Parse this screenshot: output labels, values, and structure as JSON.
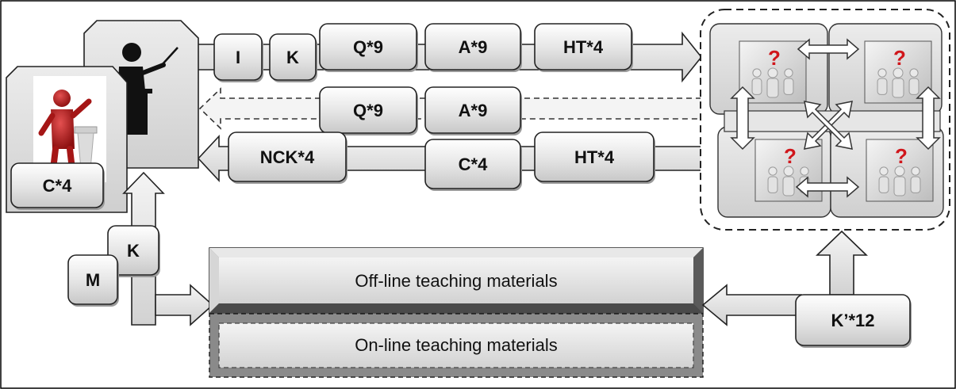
{
  "flow_top": {
    "boxes": [
      "I",
      "K",
      "Q*9",
      "A*9",
      "HT*4"
    ]
  },
  "flow_middle": {
    "boxes": [
      "Q*9",
      "A*9"
    ]
  },
  "flow_bottom": {
    "boxes": [
      "NCK*4",
      "C*4",
      "HT*4"
    ]
  },
  "presenter": {
    "label": "C*4"
  },
  "small_boxes": {
    "k": "K",
    "m": "M"
  },
  "materials": {
    "offline": "Off-line teaching materials",
    "online": "On-line teaching materials"
  },
  "knowledge_box": {
    "label": "K’*12"
  },
  "group_count": 4
}
